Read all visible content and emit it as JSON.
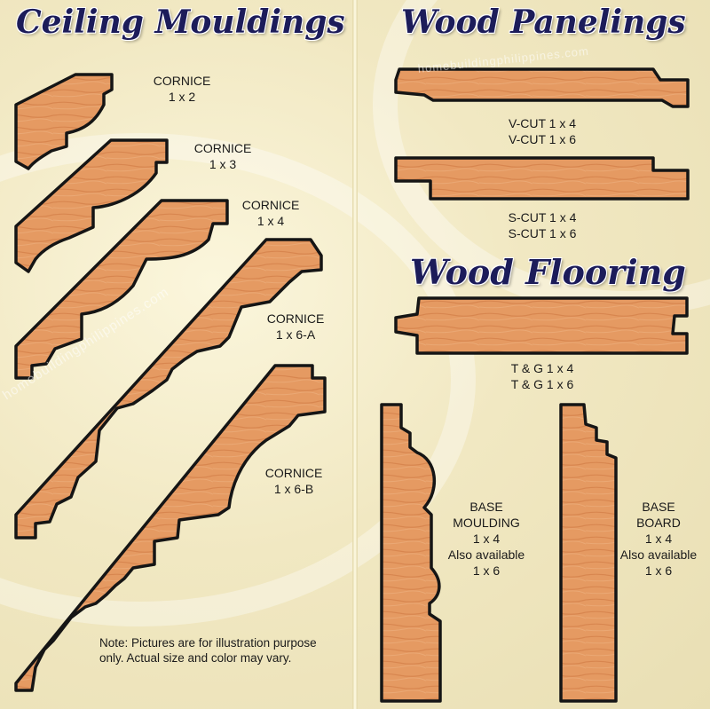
{
  "titles": {
    "ceiling": "Ceiling Mouldings",
    "paneling": "Wood Panelings",
    "flooring": "Wood Flooring"
  },
  "cornices": [
    {
      "name": "CORNICE",
      "size": "1 x 2"
    },
    {
      "name": "CORNICE",
      "size": "1 x 3"
    },
    {
      "name": "CORNICE",
      "size": "1 x 4"
    },
    {
      "name": "CORNICE",
      "size": "1 x 6-A"
    },
    {
      "name": "CORNICE",
      "size": "1 x 6-B"
    }
  ],
  "panelings": [
    {
      "line1": "V-CUT 1 x 4",
      "line2": "V-CUT 1 x 6"
    },
    {
      "line1": "S-CUT 1 x 4",
      "line2": "S-CUT 1 x 6"
    }
  ],
  "flooring": {
    "line1": "T & G 1 x 4",
    "line2": "T & G 1 x 6"
  },
  "base_moulding": {
    "line1": "BASE",
    "line2": "MOULDING",
    "line3": "1 x 4",
    "line4": "Also available",
    "line5": "1 x 6"
  },
  "base_board": {
    "line1": "BASE",
    "line2": "BOARD",
    "line3": "1 x 4",
    "line4": "Also available",
    "line5": "1 x 6"
  },
  "note": "Note: Pictures are for illustration purpose only. Actual size and color may vary.",
  "watermark": "homebuildingphilippines.com",
  "colors": {
    "wood": "#e59a62",
    "outline": "#151515",
    "title": "#1c1c5a"
  }
}
